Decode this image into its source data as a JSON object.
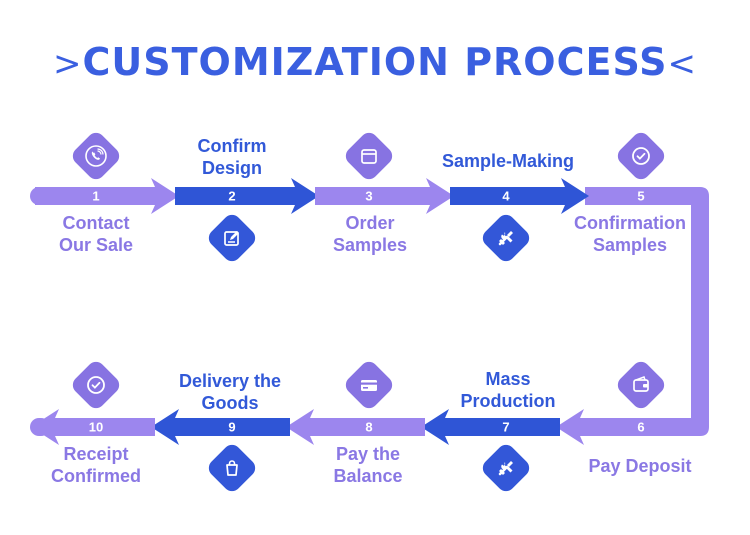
{
  "title": {
    "prefix": ">",
    "text": "CUSTOMIZATION  PROCESS",
    "suffix": "<"
  },
  "colors": {
    "purple": "#9c86ee",
    "blue": "#2f55d6",
    "title": "#3a5fe0"
  },
  "steps": [
    {
      "number": "1",
      "label": "Contact\nOur Sale",
      "icon": "phone-icon"
    },
    {
      "number": "2",
      "label": "Confirm\nDesign",
      "icon": "edit-icon"
    },
    {
      "number": "3",
      "label": "Order\nSamples",
      "icon": "box-icon"
    },
    {
      "number": "4",
      "label": "Sample-Making",
      "icon": "tools-icon"
    },
    {
      "number": "5",
      "label": "Confirmation\nSamples",
      "icon": "check-circle-icon"
    },
    {
      "number": "6",
      "label": "Pay Deposit",
      "icon": "wallet-icon"
    },
    {
      "number": "7",
      "label": "Mass\nProduction",
      "icon": "tools-icon"
    },
    {
      "number": "8",
      "label": "Pay the\nBalance",
      "icon": "card-icon"
    },
    {
      "number": "9",
      "label": "Delivery the\nGoods",
      "icon": "bag-icon"
    },
    {
      "number": "10",
      "label": "Receipt\nConfirmed",
      "icon": "check-circle-icon"
    }
  ]
}
